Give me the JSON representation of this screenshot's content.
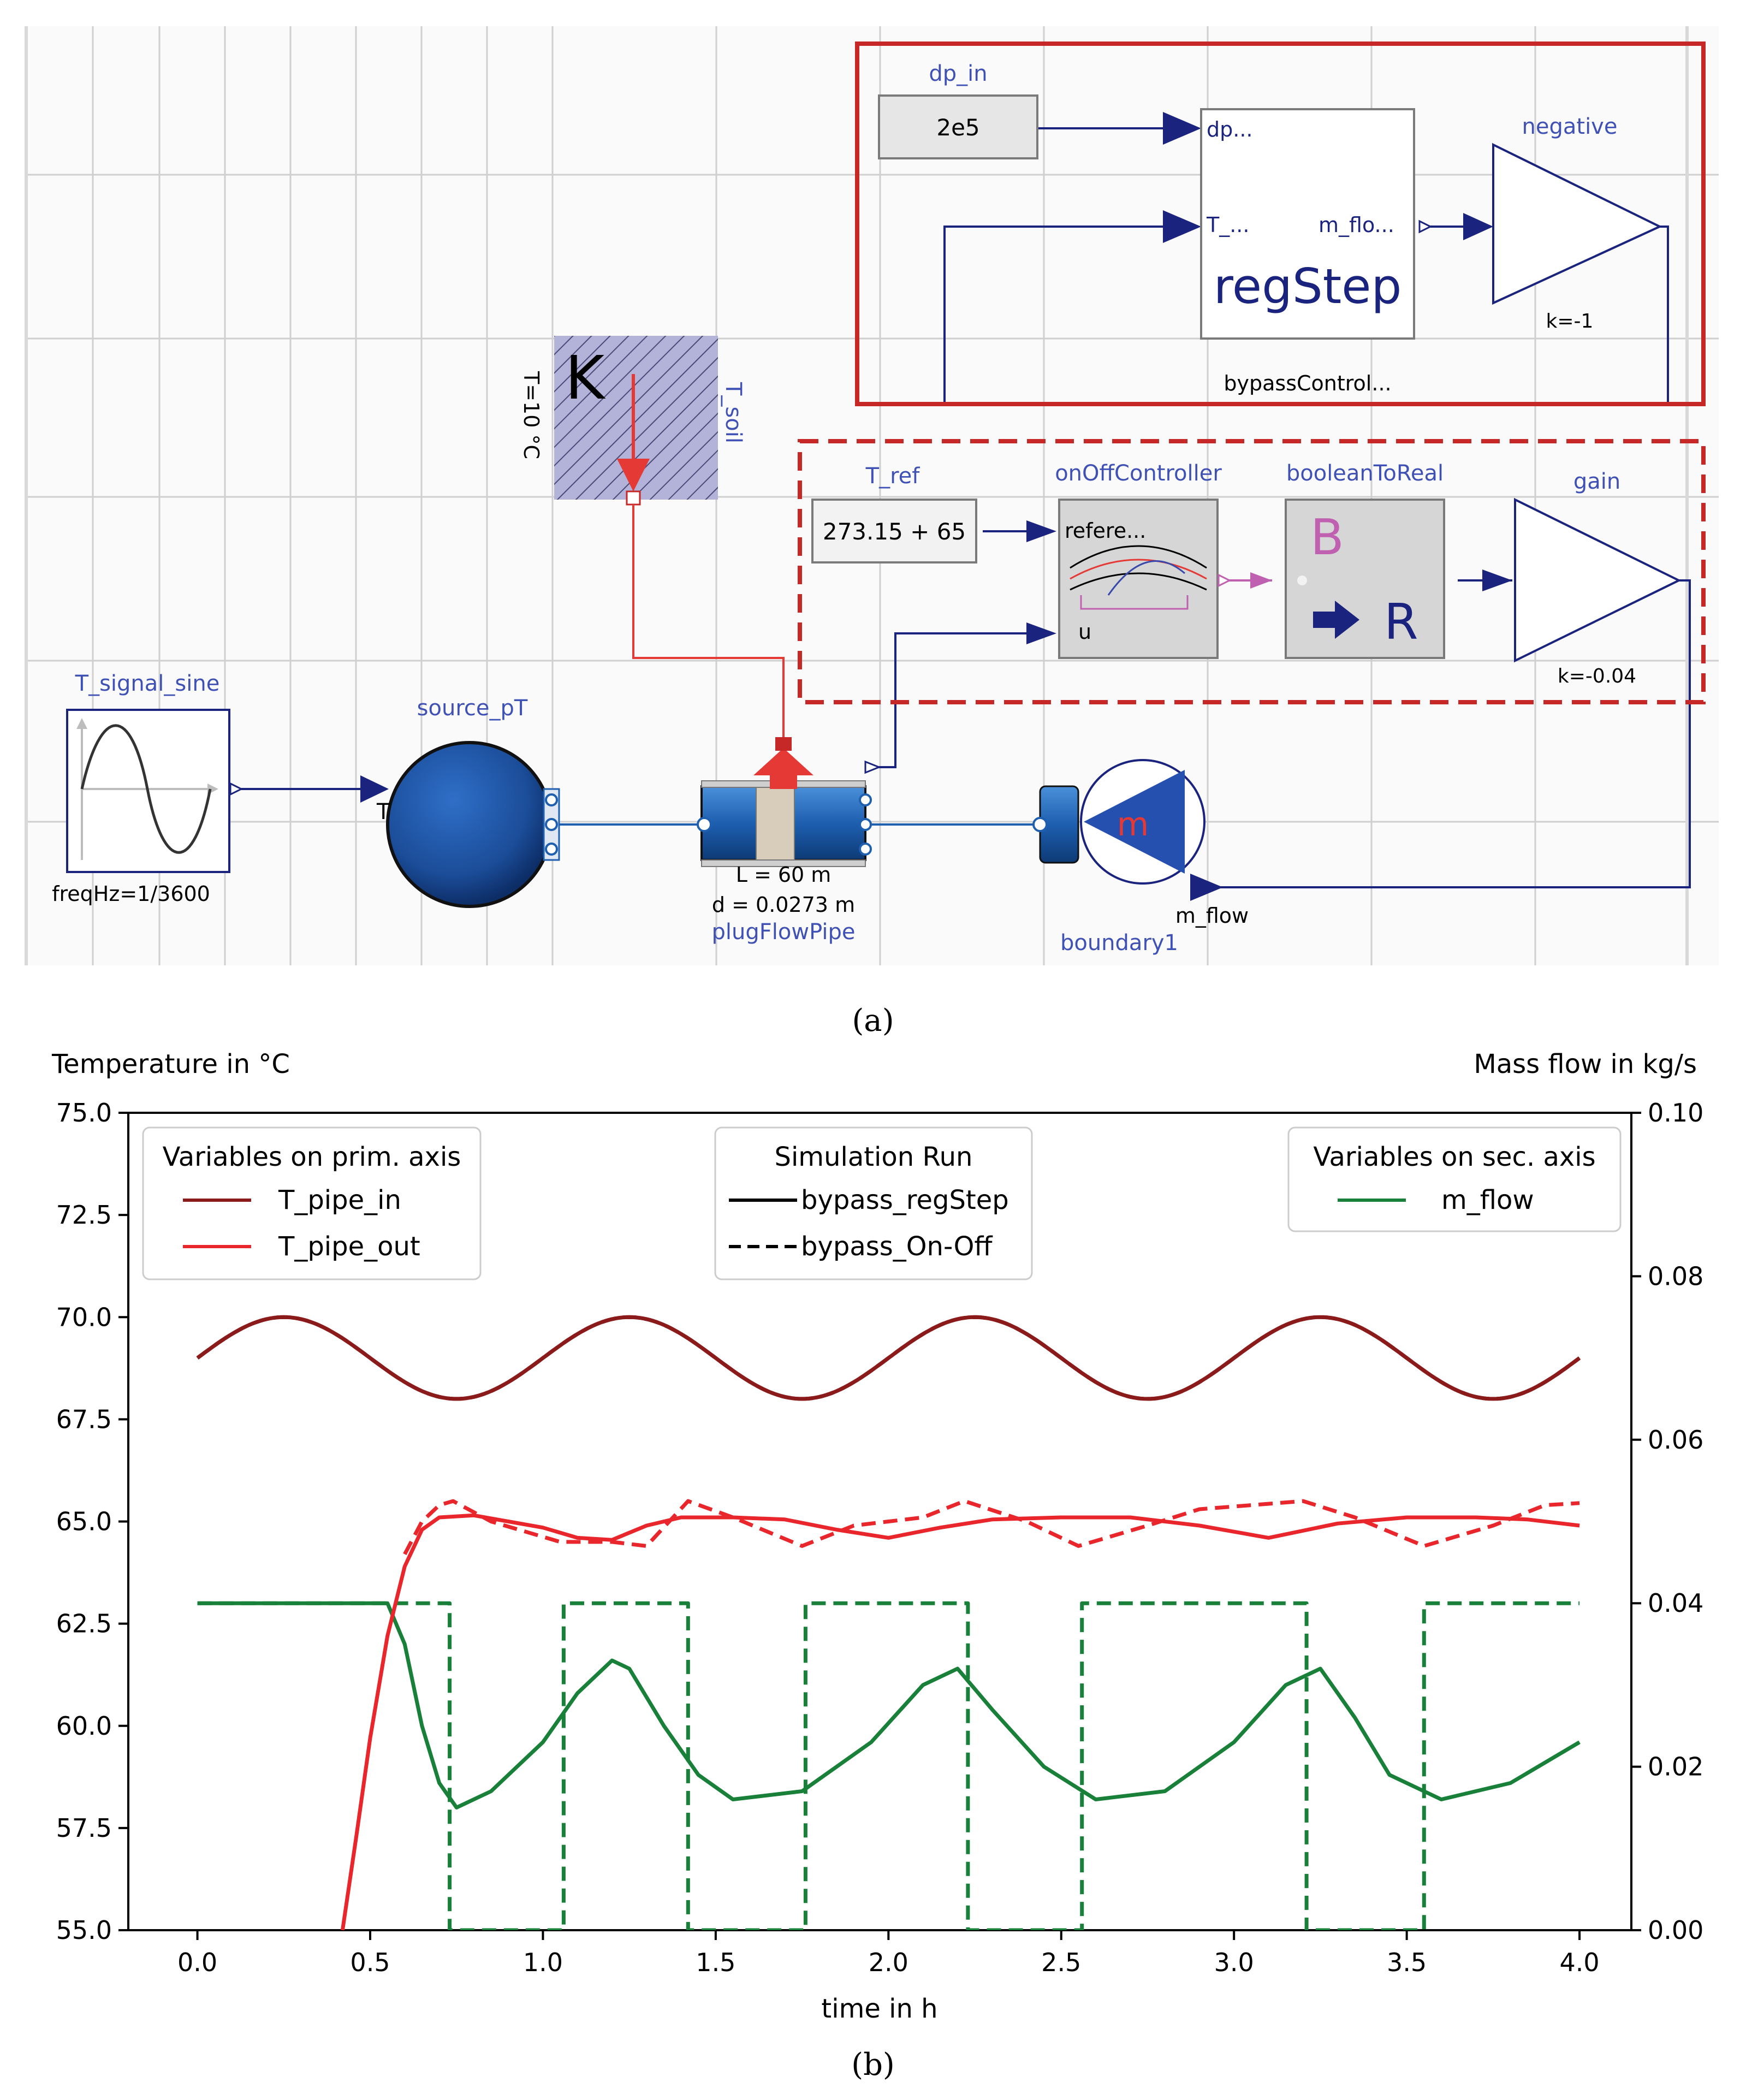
{
  "panel_a": {
    "caption": "(a)",
    "blocks": {
      "dp_in": {
        "name": "dp_in",
        "value": "2e5"
      },
      "regStep": {
        "title": "regStep",
        "port_dp": "dp...",
        "port_T": "T_...",
        "port_mflow": "m_flo...",
        "instance": "bypassControl..."
      },
      "negative": {
        "name": "negative",
        "param": "k=-1"
      },
      "T_soil": {
        "name": "T_soil",
        "param": "T=10 °C"
      },
      "T_ref": {
        "name": "T_ref",
        "value": "273.15 + 65"
      },
      "onOffController": {
        "name": "onOffController",
        "port_ref": "refere...",
        "port_u": "u"
      },
      "booleanToReal": {
        "name": "booleanToReal",
        "glyph_top": "B",
        "glyph_bottom": "R"
      },
      "gain": {
        "name": "gain",
        "param": "k=-0.04"
      },
      "T_signal_sine": {
        "name": "T_signal_sine",
        "param": "freqHz=1/3600"
      },
      "source_pT": {
        "name": "source_pT",
        "port_T": "T"
      },
      "plugFlowPipe": {
        "name": "plugFlowPipe",
        "param_L": "L = 60 m",
        "param_d": "d = 0.0273 m"
      },
      "boundary1": {
        "name": "boundary1",
        "glyph": "m",
        "port_mflow": "m_flow"
      }
    },
    "colors": {
      "diagram_line": "#1a237e",
      "heat_line": "#e53935",
      "solid_box": "#c62828",
      "dashed_box": "#c62828",
      "grid": "#cfcfcf",
      "label_blue": "#3f51b5"
    }
  },
  "panel_b": {
    "caption": "(b)",
    "left_axis_title": "Temperature in °C",
    "right_axis_title": "Mass flow in kg/s",
    "legend_primary": {
      "title": "Variables on prim. axis",
      "items": [
        "T_pipe_in",
        "T_pipe_out"
      ]
    },
    "legend_run": {
      "title": "Simulation Run",
      "items": [
        "bypass_regStep",
        "bypass_On-Off"
      ]
    },
    "legend_secondary": {
      "title": "Variables on sec. axis",
      "items": [
        "m_flow"
      ]
    }
  },
  "chart_data": {
    "type": "line",
    "xlabel": "time in h",
    "ylabel": "Temperature in °C",
    "y2label": "Mass flow in kg/s",
    "xlim": [
      -0.2,
      4.15
    ],
    "ylim": [
      55.0,
      75.0
    ],
    "y2lim": [
      0.0,
      0.1
    ],
    "xticks": [
      "0.0",
      "0.5",
      "1.0",
      "1.5",
      "2.0",
      "2.5",
      "3.0",
      "3.5",
      "4.0"
    ],
    "yticks": [
      "55.0",
      "57.5",
      "60.0",
      "62.5",
      "65.0",
      "67.5",
      "70.0",
      "72.5",
      "75.0"
    ],
    "y2ticks": [
      "0.00",
      "0.02",
      "0.04",
      "0.06",
      "0.08",
      "0.10"
    ],
    "grid": false,
    "colors": {
      "T_pipe_in": "#8b1a1a",
      "T_pipe_out": "#e8262b",
      "m_flow": "#188038"
    },
    "series": [
      {
        "name": "T_pipe_in",
        "run": "bypass_regStep",
        "axis": "primary",
        "dash": false,
        "x": [
          0,
          0.25,
          0.5,
          0.75,
          1.0,
          1.25,
          1.5,
          1.75,
          2.0,
          2.25,
          2.5,
          2.75,
          3.0,
          3.25,
          3.5,
          3.75,
          4.0
        ],
        "y": [
          69.0,
          70.0,
          69.0,
          68.0,
          69.0,
          70.0,
          69.0,
          68.0,
          69.0,
          70.0,
          69.0,
          68.0,
          69.0,
          70.0,
          69.0,
          68.0,
          69.0
        ]
      },
      {
        "name": "T_pipe_in",
        "run": "bypass_On-Off",
        "axis": "primary",
        "dash": true,
        "x": [
          0,
          0.25,
          0.5,
          0.75,
          1.0,
          1.25,
          1.5,
          1.75,
          2.0,
          2.25,
          2.5,
          2.75,
          3.0,
          3.25,
          3.5,
          3.75,
          4.0
        ],
        "y": [
          69.0,
          70.0,
          69.0,
          68.0,
          69.0,
          70.0,
          69.0,
          68.0,
          69.0,
          70.0,
          69.0,
          68.0,
          69.0,
          70.0,
          69.0,
          68.0,
          69.0
        ]
      },
      {
        "name": "T_pipe_out",
        "run": "bypass_regStep",
        "axis": "primary",
        "dash": false,
        "x": [
          0.42,
          0.46,
          0.5,
          0.55,
          0.6,
          0.65,
          0.7,
          0.8,
          0.9,
          1.0,
          1.1,
          1.2,
          1.3,
          1.4,
          1.55,
          1.7,
          1.85,
          2.0,
          2.15,
          2.3,
          2.5,
          2.7,
          2.9,
          3.1,
          3.3,
          3.5,
          3.7,
          3.85,
          4.0
        ],
        "y": [
          55.0,
          57.3,
          59.7,
          62.2,
          63.9,
          64.8,
          65.1,
          65.15,
          65.0,
          64.85,
          64.6,
          64.55,
          64.9,
          65.1,
          65.1,
          65.05,
          64.8,
          64.6,
          64.85,
          65.05,
          65.1,
          65.1,
          64.9,
          64.6,
          64.95,
          65.1,
          65.1,
          65.05,
          64.9
        ]
      },
      {
        "name": "T_pipe_out",
        "run": "bypass_On-Off",
        "axis": "primary",
        "dash": true,
        "x": [
          0.6,
          0.65,
          0.7,
          0.74,
          0.85,
          1.05,
          1.2,
          1.3,
          1.42,
          1.55,
          1.75,
          1.9,
          2.1,
          2.22,
          2.4,
          2.55,
          2.75,
          2.9,
          3.05,
          3.2,
          3.35,
          3.55,
          3.75,
          3.9,
          4.0
        ],
        "y": [
          64.2,
          65.0,
          65.4,
          65.5,
          65.0,
          64.5,
          64.5,
          64.4,
          65.5,
          65.1,
          64.4,
          64.9,
          65.1,
          65.5,
          65.0,
          64.4,
          64.9,
          65.3,
          65.4,
          65.5,
          65.1,
          64.4,
          64.9,
          65.4,
          65.45
        ]
      },
      {
        "name": "m_flow",
        "run": "bypass_regStep",
        "axis": "secondary",
        "dash": false,
        "x": [
          0,
          0.55,
          0.6,
          0.65,
          0.7,
          0.75,
          0.85,
          1.0,
          1.1,
          1.2,
          1.25,
          1.35,
          1.45,
          1.55,
          1.75,
          1.95,
          2.1,
          2.2,
          2.3,
          2.45,
          2.6,
          2.8,
          3.0,
          3.15,
          3.25,
          3.35,
          3.45,
          3.6,
          3.8,
          4.0
        ],
        "y": [
          0.04,
          0.04,
          0.035,
          0.025,
          0.018,
          0.015,
          0.017,
          0.023,
          0.029,
          0.033,
          0.032,
          0.025,
          0.019,
          0.016,
          0.017,
          0.023,
          0.03,
          0.032,
          0.027,
          0.02,
          0.016,
          0.017,
          0.023,
          0.03,
          0.032,
          0.026,
          0.019,
          0.016,
          0.018,
          0.023
        ]
      },
      {
        "name": "m_flow",
        "run": "bypass_On-Off",
        "axis": "secondary",
        "dash": true,
        "x": [
          0,
          0.73,
          0.73,
          1.06,
          1.06,
          1.42,
          1.42,
          1.76,
          1.76,
          2.23,
          2.23,
          2.56,
          2.56,
          3.21,
          3.21,
          3.55,
          3.55,
          4.0
        ],
        "y": [
          0.04,
          0.04,
          0.0,
          0.0,
          0.04,
          0.04,
          0.0,
          0.0,
          0.04,
          0.04,
          0.0,
          0.0,
          0.04,
          0.04,
          0.0,
          0.0,
          0.04,
          0.04
        ]
      }
    ]
  }
}
